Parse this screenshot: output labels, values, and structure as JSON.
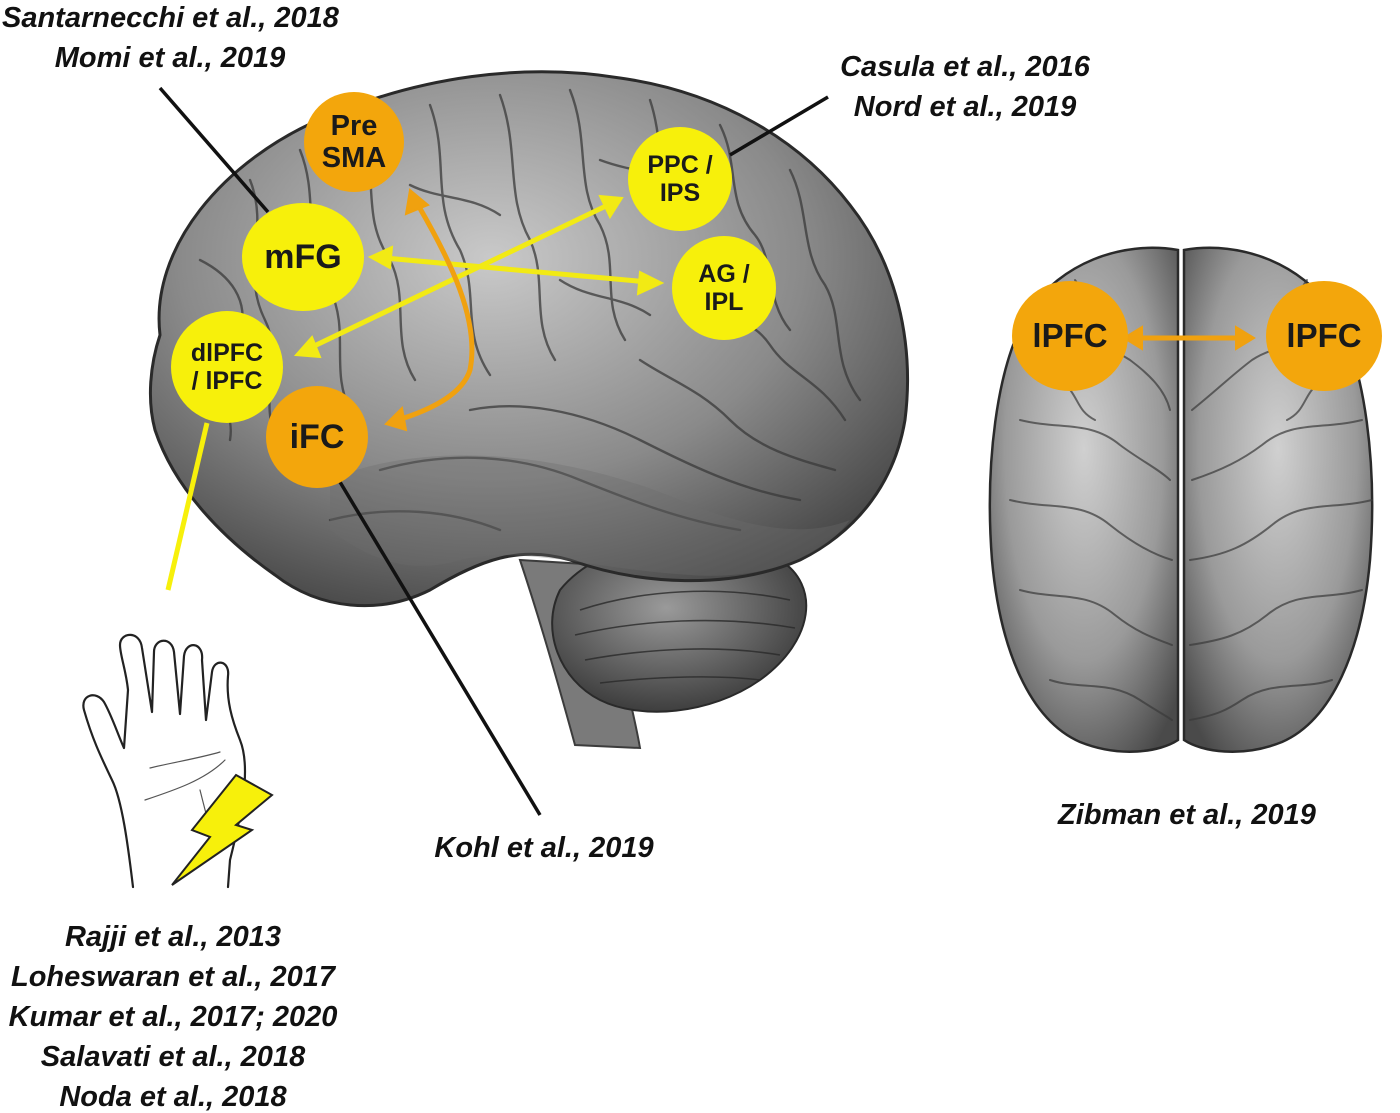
{
  "colors": {
    "yellow_node": "#f7f00b",
    "orange_node": "#f3a60c",
    "yellow_arrow": "#f2ea14",
    "orange_arrow": "#f0a10f",
    "leader_line": "#111111",
    "bolt": "#f7f00b"
  },
  "references": {
    "mfg": [
      "Santarnecchi et al., 2018",
      "Momi et al., 2019"
    ],
    "ppc": [
      "Casula et al., 2016",
      "Nord et al., 2019"
    ],
    "ifc": [
      "Kohl et al., 2019"
    ],
    "pns": [
      "Rajji et al., 2013",
      "Loheswaran et al., 2017",
      "Kumar et al., 2017; 2020",
      "Salavati et al., 2018",
      "Noda et al., 2018"
    ],
    "top": [
      "Zibman et al., 2019"
    ]
  },
  "nodes": {
    "presma": [
      "Pre",
      "SMA"
    ],
    "ppc": [
      "PPC /",
      "IPS"
    ],
    "mfg": [
      "mFG"
    ],
    "ag": [
      "AG /",
      "IPL"
    ],
    "dlpfc": [
      "dlPFC",
      "/ lPFC"
    ],
    "ifc": [
      "iFC"
    ],
    "lpfc_left": [
      "lPFC"
    ],
    "lpfc_right": [
      "lPFC"
    ]
  },
  "icons": {
    "lateral_brain": "brain-lateral-icon",
    "top_brain": "brain-top-icon",
    "hand": "hand-icon",
    "bolt": "lightning-bolt-icon"
  }
}
